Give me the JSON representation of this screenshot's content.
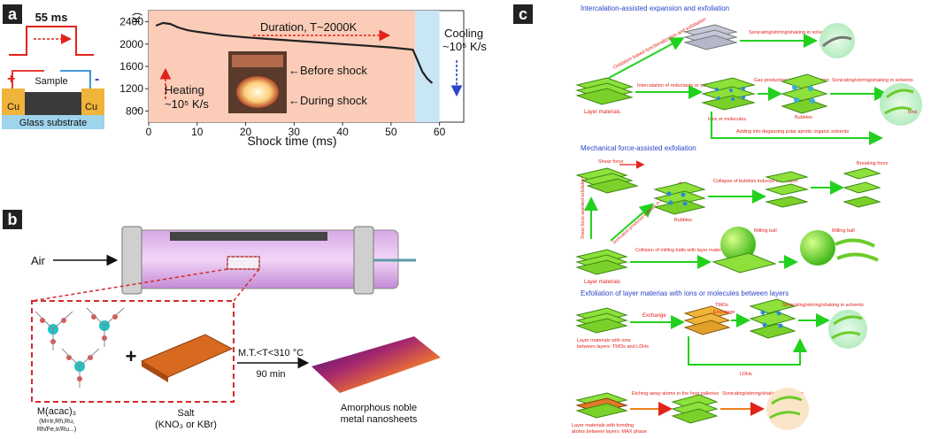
{
  "panel_a": {
    "letter": "a",
    "pulse_label": "55 ms",
    "sample_label": "Sample",
    "cu_left": "Cu",
    "cu_right": "Cu",
    "plus": "+",
    "minus": "-",
    "substrate_label": "Glass substrate",
    "chart_data": {
      "type": "line",
      "x": [
        1.5,
        3,
        4.5,
        6,
        8,
        10,
        15,
        20,
        25,
        30,
        35,
        40,
        45,
        50,
        54.5,
        55.5,
        56.5,
        57.5,
        58.5
      ],
      "y": [
        2330,
        2380,
        2360,
        2300,
        2250,
        2220,
        2160,
        2120,
        2090,
        2060,
        2030,
        2000,
        1970,
        1940,
        1900,
        1700,
        1500,
        1380,
        1300
      ],
      "xlabel": "Shock time (ms)",
      "ylabel": "K)",
      "xlim": [
        0,
        65
      ],
      "ylim": [
        600,
        2600
      ],
      "xticks": [
        "0",
        "10",
        "20",
        "30",
        "40",
        "50",
        "60"
      ],
      "yticks": [
        "800",
        "1200",
        "1600",
        "2000",
        "2400"
      ],
      "annotations": {
        "duration": "Duration, T~2000K",
        "heating_1": "Heating",
        "heating_2": "~10⁵ K/s",
        "cooling_1": "Cooling",
        "cooling_2": "~10⁵ K/s",
        "before": "←Before shock",
        "during": "←During shock"
      }
    }
  },
  "panel_b": {
    "letter": "b",
    "air_label": "Air",
    "precursor_1": "M(acac)₃",
    "precursor_2": "(M=Ir,Rh,Ru,",
    "precursor_3": "Rh/Fe,Ir/Ru...)",
    "plus": "+",
    "salt_1": "Salt",
    "salt_2": "(KNO₃ or KBr)",
    "condition_1": "M.T.<T<310 °C",
    "condition_2": "90 min",
    "product_1": "Amorphous noble",
    "product_2": "metal nanosheets"
  },
  "panel_c": {
    "letter": "c",
    "section1": {
      "title": "Intercalation-assisted expansion and exfoliation",
      "oxidation": "Oxidation based functionalization and exfoliation",
      "sonic1": "Sonicating/stirring/shaking in solvents",
      "intercalation": "Intercalation of reductants or oxidants",
      "gas": "Gas production induced expansion",
      "sonic2": "Sonicating/stirring/shaking in solvents",
      "layer": "Layer materials",
      "ions_mol": "Ions or molecules",
      "bubbles": "Bubbles",
      "ions": "Ions",
      "adding": "Adding into degassing polar aprotic organic solvents"
    },
    "section2": {
      "title": "Mechanical force-assisted exfoliation",
      "shear_force": "Shear force",
      "shear_assisted": "Shear force-assisted exfoliation",
      "sonication": "Sonication produced bubbles in layer materials",
      "collapse": "Collapse of bubbles induced exfoliation",
      "breaking": "Breaking force",
      "bubbles": "Bubbles",
      "collision": "Collision of milling balls with layer materials",
      "milling1": "Milling ball",
      "milling2": "Milling ball",
      "layer": "Layer materials"
    },
    "section3": {
      "title": "Exfoliation of layer materias with ions or molecules between layers",
      "exchange": "Exchange",
      "tmos": "TMOs",
      "exchange2": "Exchange",
      "sonic": "Sonicating/stirring/shaking in solvents",
      "layer_1": "Layer materials with ions",
      "layer_2": "between layers: TMOs and LDHs",
      "ldhs": "LDHs"
    },
    "section4": {
      "etching": "Etching away atoms in the host galleries",
      "sonic": "Sonicating/stirring/shaking in solvents",
      "layer_1": "Layer materials with bonding",
      "layer_2": "atoms between layers: MAX phase"
    }
  }
}
